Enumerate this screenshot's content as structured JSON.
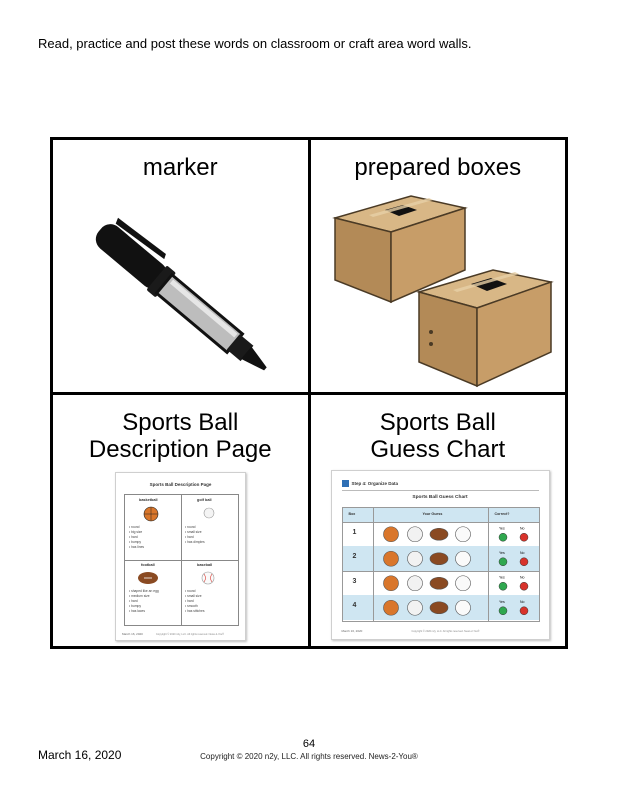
{
  "instructions": "Read, practice and post these words on classroom or craft area word walls.",
  "cards": [
    {
      "title": "marker",
      "image": "marker-illustration"
    },
    {
      "title": "prepared boxes",
      "image": "cardboard-boxes-illustration"
    },
    {
      "title_line1": "Sports Ball",
      "title_line2": "Description Page",
      "image": "description-page-thumbnail"
    },
    {
      "title_line1": "Sports Ball",
      "title_line2": "Guess Chart",
      "image": "guess-chart-thumbnail"
    }
  ],
  "description_thumb": {
    "title": "Sports Ball Description Page",
    "labels": [
      "basketball",
      "golf ball",
      "football",
      "baseball"
    ],
    "lists": [
      [
        "• round",
        "• big size",
        "• hard",
        "• bumpy",
        "• has lines"
      ],
      [
        "• round",
        "• small size",
        "• hard",
        "• has dimples"
      ],
      [
        "• shaped like an egg",
        "• medium size",
        "• hard",
        "• bumpy",
        "• has laces"
      ],
      [
        "• round",
        "• small size",
        "• hard",
        "• smooth",
        "• has stitches"
      ]
    ]
  },
  "guess_thumb": {
    "step_label": "Step 4: Organize Data",
    "title": "Sports Ball Guess Chart",
    "columns": [
      "Box",
      "Your Guess",
      "Correct?"
    ],
    "rows": [
      "1",
      "2",
      "3",
      "4"
    ],
    "yes_label": "Yes",
    "no_label": "No"
  },
  "colors": {
    "basketball": "#d9762b",
    "football": "#8a4a22",
    "box": "#c9a472",
    "yes": "#2fa84f",
    "no": "#d8332b",
    "table_highlight": "#cfe6f2"
  },
  "footer": {
    "date": "March 16, 2020",
    "page": "64",
    "copyright": "Copyright © 2020 n2y, LLC. All rights reserved. News-2-You®"
  }
}
